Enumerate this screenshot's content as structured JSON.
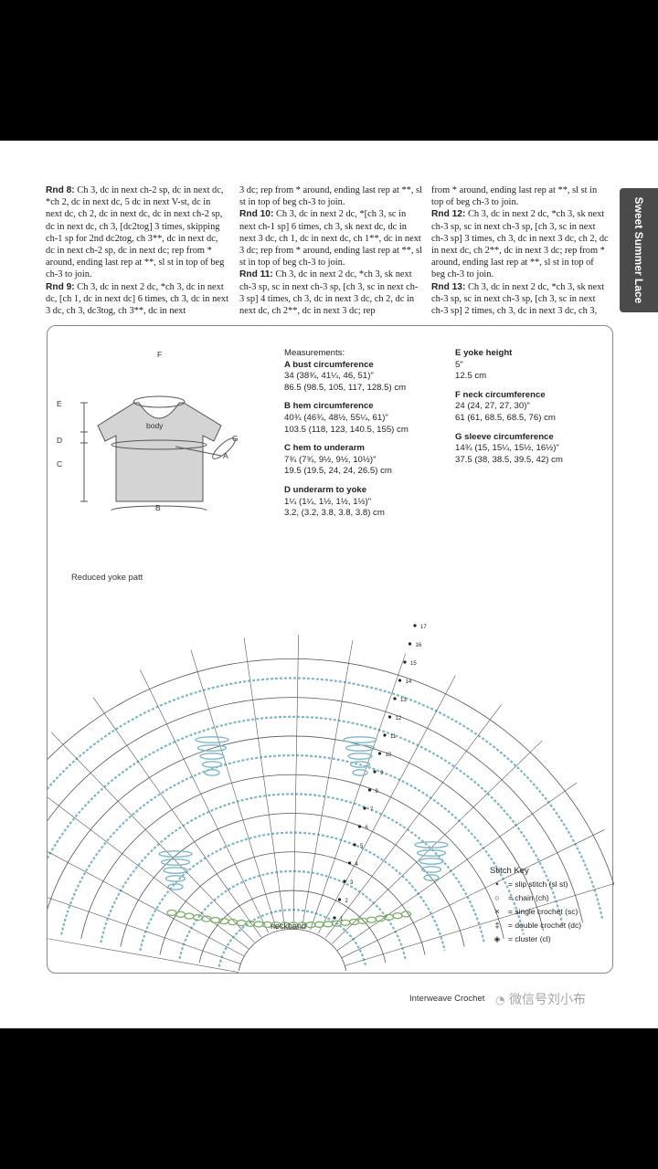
{
  "side_tab": "Sweet Summer Lace",
  "instructions": {
    "col1": [
      {
        "label": "Rnd 8:",
        "text": " Ch 3, dc in next ch-2 sp, dc in next dc, *ch 2, dc in next dc, 5 dc in next V-st, dc in next dc, ch 2, dc in next dc, dc in next ch-2 sp, dc in next dc, ch 3, [dc2tog] 3 times, skipping ch-1 sp for 2nd dc2tog, ch 3**, dc in next dc, dc in next ch-2 sp, dc in next dc; rep from * around, ending last rep at **, sl st in top of beg ch-3 to join."
      },
      {
        "label": "Rnd 9:",
        "text": " Ch 3, dc in next 2 dc, *ch 3, dc in next dc, [ch 1, dc in next dc] 6 times, ch 3, dc in next 3 dc, ch 3, dc3tog, ch 3**, dc in next"
      }
    ],
    "col2": [
      {
        "label": "",
        "text": "3 dc; rep from * around, ending last rep at **, sl st in top of beg ch-3 to join."
      },
      {
        "label": "Rnd 10:",
        "text": " Ch 3, dc in next 2 dc, *[ch 3, sc in next ch-1 sp] 6 times, ch 3, sk next dc, dc in next 3 dc, ch 1, dc in next dc, ch 1**, dc in next 3 dc; rep from * around, ending last rep at **, sl st in top of beg ch-3 to join."
      },
      {
        "label": "Rnd 11:",
        "text": " Ch 3, dc in next 2 dc, *ch 3, sk next ch-3 sp, sc in next ch-3 sp, [ch 3, sc in next ch-3 sp] 4 times, ch 3, dc in next 3 dc, ch 2, dc in next dc, ch 2**, dc in next 3 dc; rep"
      }
    ],
    "col3": [
      {
        "label": "",
        "text": "from * around, ending last rep at **, sl st in top of beg ch-3 to join."
      },
      {
        "label": "Rnd 12:",
        "text": " Ch 3, dc in next 2 dc, *ch 3, sk next ch-3 sp, sc in next ch-3 sp, [ch 3, sc in next ch-3 sp] 3 times, ch 3, dc in next 3 dc, ch 2, dc in next dc, ch 2**, dc in next 3 dc; rep from * around, ending last rep at **, sl st in top of beg ch-3 to join."
      },
      {
        "label": "Rnd 13:",
        "text": " Ch 3, dc in next 2 dc, *ch 3, sk next ch-3 sp, sc in next ch-3 sp, [ch 3, sc in next ch-3 sp] 2 times, ch 3, dc in next 3 dc, ch 3,"
      }
    ]
  },
  "measurements": {
    "title": "Measurements:",
    "left": [
      {
        "heading": "A bust circumference",
        "imperial": "34 (38¾, 41¼, 46, 51)\"",
        "metric": "86.5 (98.5, 105, 117, 128.5) cm"
      },
      {
        "heading": "B hem circumference",
        "imperial": "40¾ (46¾, 48½, 55¼, 61)\"",
        "metric": "103.5 (118, 123, 140.5, 155) cm"
      },
      {
        "heading": "C hem to underarm",
        "imperial": "7¾ (7¾, 9½, 9½, 10½)\"",
        "metric": "19.5 (19.5, 24, 24, 26.5) cm"
      },
      {
        "heading": "D underarm to yoke",
        "imperial": "1¼ (1¼, 1½, 1½, 1½)\"",
        "metric": "3.2, (3.2, 3.8, 3.8, 3.8) cm"
      }
    ],
    "right": [
      {
        "heading": "E yoke height",
        "imperial": "5\"",
        "metric": "12.5 cm"
      },
      {
        "heading": "F neck circumference",
        "imperial": "24 (24, 27, 27, 30)\"",
        "metric": "61 (61, 68.5, 68.5, 76) cm"
      },
      {
        "heading": "G sleeve circumference",
        "imperial": "14¾ (15, 15¼, 15½, 16½)\"",
        "metric": "37.5 (38, 38.5, 39.5, 42) cm"
      }
    ]
  },
  "schematic": {
    "body": "body",
    "A": "A",
    "B": "B",
    "C": "C",
    "D": "D",
    "E": "E",
    "F": "F",
    "G": "G"
  },
  "chart": {
    "title": "Reduced yoke patt",
    "neckband": "neckband",
    "round_numbers": [
      "1",
      "2",
      "3",
      "4",
      "5",
      "6",
      "7",
      "8",
      "9",
      "10",
      "11",
      "12",
      "13",
      "14",
      "15",
      "16",
      "17"
    ]
  },
  "stitch_key": {
    "title": "Stitch Key",
    "items": [
      {
        "symbol": "•",
        "label": "= slip stitch (sl st)"
      },
      {
        "symbol": "○",
        "label": "= chain (ch)"
      },
      {
        "symbol": "×",
        "label": "= single crochet (sc)"
      },
      {
        "symbol": "‡",
        "label": "= double crochet (dc)"
      },
      {
        "symbol": "◈",
        "label": "= cluster (cl)"
      }
    ]
  },
  "footer": "Interweave Crochet",
  "watermark": "微信号刘小布",
  "colors": {
    "chart_blue": "#7fb6c8",
    "chart_line": "#555555",
    "tab_bg": "#4a4a4a"
  }
}
